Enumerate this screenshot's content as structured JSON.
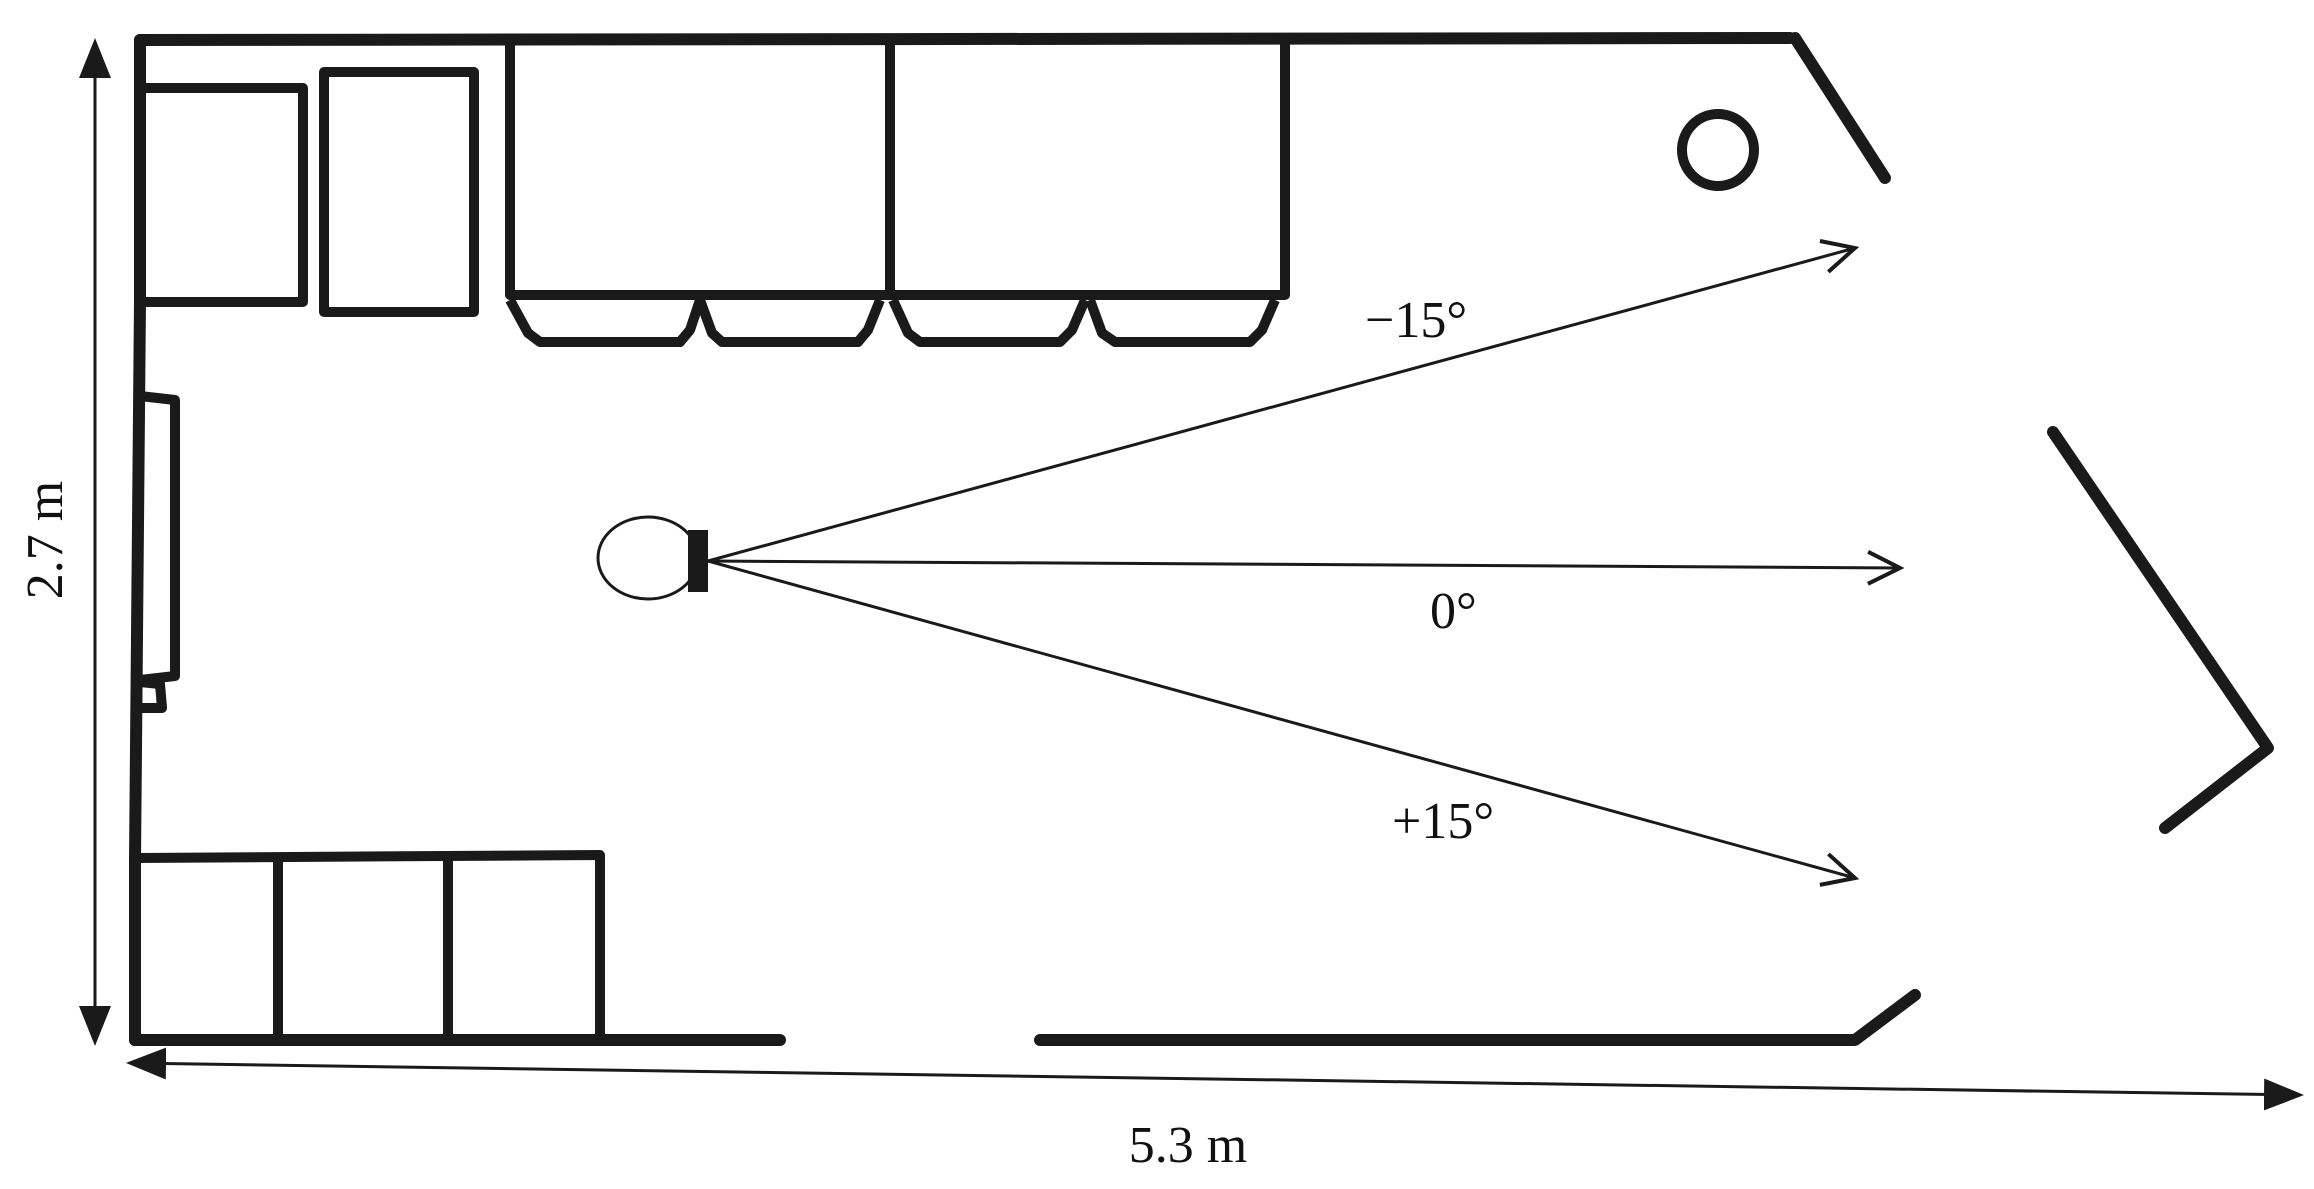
{
  "diagram": {
    "dimensions": {
      "height_label": "2.7 m",
      "width_label": "5.3 m"
    },
    "beams": [
      {
        "angle_label": "−15°"
      },
      {
        "angle_label": "0°"
      },
      {
        "angle_label": "+15°"
      }
    ]
  }
}
